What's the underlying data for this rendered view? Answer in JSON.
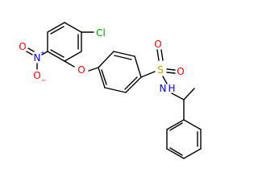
{
  "colors": {
    "bond": "#000000",
    "oxygen": "#ff0000",
    "nitrogen": "#0000ff",
    "chlorine": "#00a000",
    "sulfur": "#b8a000"
  },
  "atoms": {
    "cl": "Cl",
    "o_ether": "O",
    "n_nitro": "N",
    "n_nitro_charge": "+",
    "o_nitro_a": "O",
    "o_nitro_b": "O",
    "o_nitro_charge": "−",
    "s": "S",
    "o_sulfonyl_a": "O",
    "o_sulfonyl_b": "O",
    "n_amide": "N",
    "h_amide": "H"
  }
}
